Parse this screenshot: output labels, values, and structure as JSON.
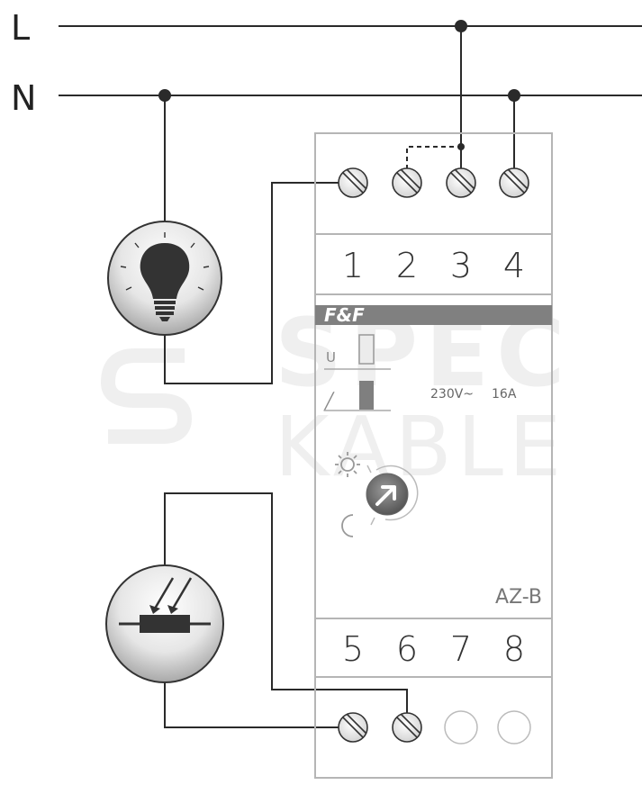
{
  "supply": {
    "line_label": "L",
    "neutral_label": "N"
  },
  "terminals_top": [
    "1",
    "2",
    "3",
    "4"
  ],
  "terminals_bottom": [
    "5",
    "6",
    "7",
    "8"
  ],
  "device": {
    "brand": "F&F",
    "indicator_u": "U",
    "indicator_relay": "╱",
    "rating_voltage": "230V~",
    "rating_current": "16A",
    "model": "AZ-B",
    "sun_icon": "sun-icon",
    "moon_icon": "moon-icon",
    "knob_icon": "adjustment-knob-icon"
  },
  "loads": {
    "lamp_icon": "light-bulb-icon",
    "sensor_icon": "photoresistor-icon"
  },
  "watermark": {
    "line1": "SPEC",
    "line2": "KABLE"
  },
  "colors": {
    "wire": "#2a2a2a",
    "device_border": "#b5b5b5",
    "brand_bar": "#808080",
    "relay_indicator": "#7f7f7f"
  }
}
